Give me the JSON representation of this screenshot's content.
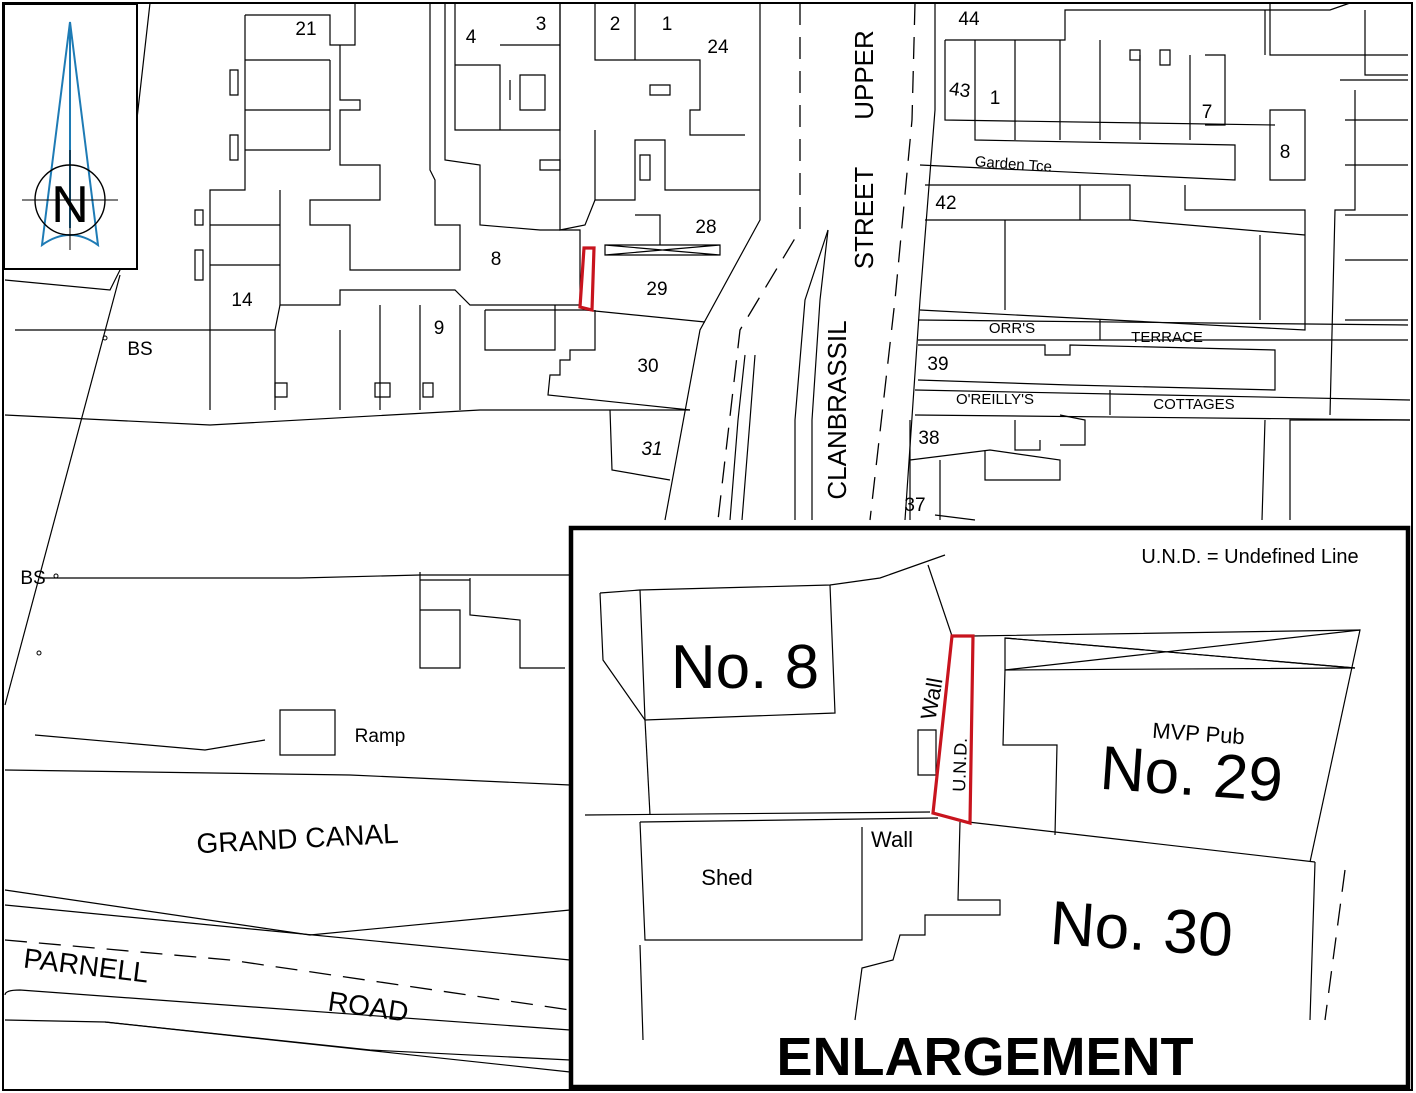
{
  "map": {
    "streets": {
      "clanbrassil": "CLANBRASSIL",
      "street": "STREET",
      "upper": "UPPER",
      "grand_canal": "GRAND CANAL",
      "parnell": "PARNELL",
      "road": "ROAD",
      "orrs": "ORR'S",
      "terrace": "TERRACE",
      "oreillys": "O'REILLY'S",
      "cottages": "COTTAGES",
      "garden_tce": "Garden Tce"
    },
    "house_numbers": {
      "n21": "21",
      "n4": "4",
      "n3": "3",
      "n2": "2",
      "n1": "1",
      "n24": "24",
      "n44": "44",
      "n43": "43",
      "n1b": "1",
      "n7": "7",
      "n8r": "8",
      "n42": "42",
      "n28": "28",
      "n8": "8",
      "n29": "29",
      "n14": "14",
      "n9": "9",
      "n30": "30",
      "n39": "39",
      "n38": "38",
      "n31": "31",
      "n37": "37"
    },
    "features": {
      "bs1": "BS",
      "bs2": "BS",
      "ramp": "Ramp"
    },
    "north_arrow_letter": "N"
  },
  "enlargement": {
    "title": "ENLARGEMENT",
    "legend": "U.N.D. = Undefined Line",
    "no8": "No. 8",
    "no29": "No. 29",
    "no30": "No. 30",
    "mvp_pub": "MVP Pub",
    "wall_vertical": "Wall",
    "wall_horizontal": "Wall",
    "und": "U.N.D.",
    "shed": "Shed"
  },
  "colors": {
    "highlight": "#c8141e",
    "north_arrow": "#1e7bb5",
    "line": "#000000"
  }
}
